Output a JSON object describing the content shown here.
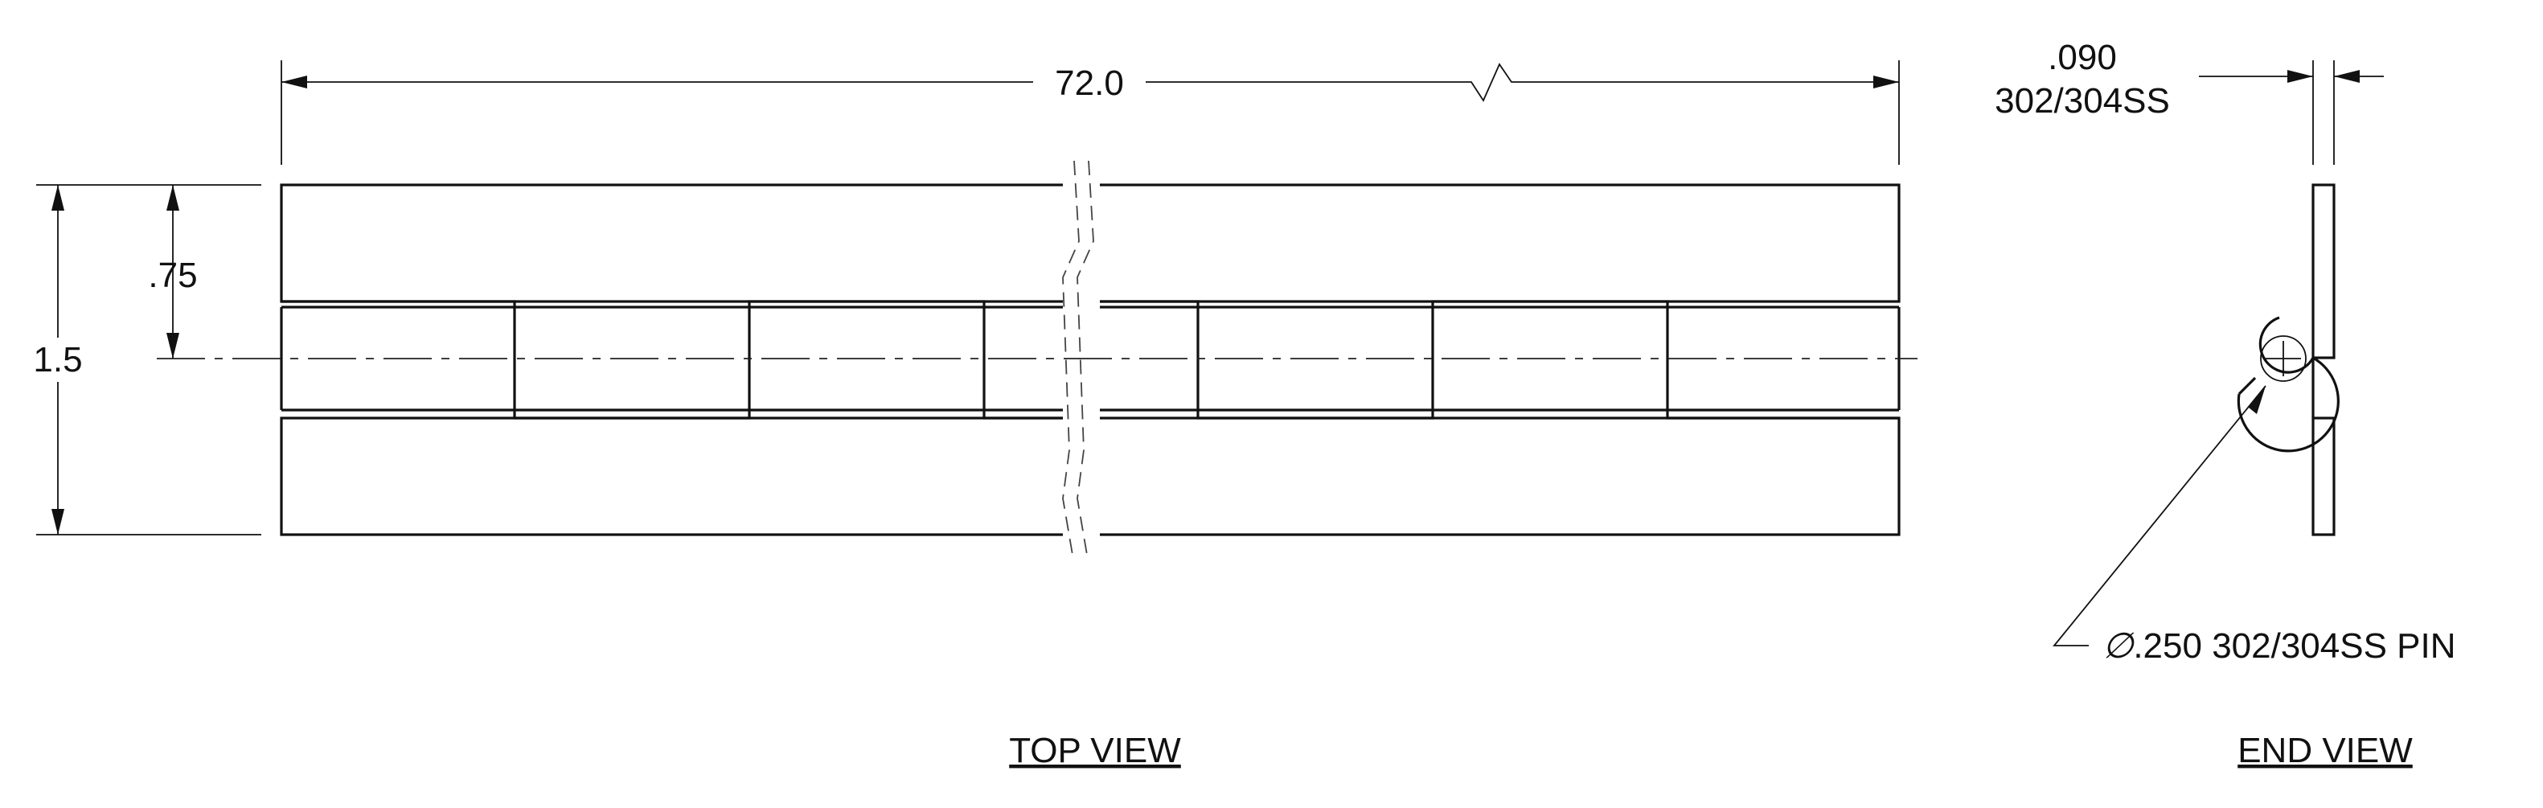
{
  "top_view": {
    "overall_length": "72.0",
    "half_width": ".75",
    "overall_width": "1.5",
    "title": "TOP VIEW"
  },
  "end_view": {
    "thickness_value": ".090",
    "thickness_material": "302/304SS",
    "pin_symbol": "∅",
    "pin_callout": ".250 302/304SS PIN",
    "title": "END VIEW"
  }
}
